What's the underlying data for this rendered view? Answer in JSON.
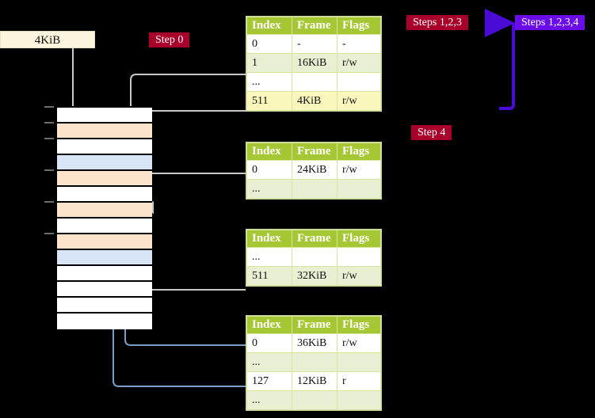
{
  "diagram": {
    "title_banner": {
      "label": "4KiB"
    },
    "chips": [
      {
        "id": "step0",
        "label": "Step 0",
        "color": "#A8002A"
      },
      {
        "id": "steps123",
        "label": "Steps 1,2,3",
        "color": "#A8002A"
      },
      {
        "id": "steps1234",
        "label": "Steps 1,2,3,4",
        "color": "#6A0DE8"
      },
      {
        "id": "step4",
        "label": "Step 4",
        "color": "#A8002A"
      }
    ],
    "colors": {
      "background": "#000000",
      "table_header": "#A6C734",
      "table_row_alt": "#E9EFD2",
      "highlight": "#FAF7BC",
      "memory_peach": "#FCE3CB",
      "memory_blue": "#D7E5F7",
      "banner": "#FCF4DC",
      "wire_gray": "#C9C9C9",
      "wire_blue": "#7C9DC8",
      "chip_red": "#A8002A",
      "chip_purple": "#6A0DE8"
    },
    "memory": {
      "name": "physical-memory-column",
      "rows": [
        {
          "fill": "white",
          "tick": true
        },
        {
          "fill": "peach",
          "tick": true
        },
        {
          "fill": "white",
          "tick": true
        },
        {
          "fill": "blue",
          "tick": false
        },
        {
          "fill": "peach",
          "tick": true
        },
        {
          "fill": "white",
          "tick": false
        },
        {
          "fill": "peach",
          "tick": true
        },
        {
          "fill": "white",
          "tick": false
        },
        {
          "fill": "peach",
          "tick": true
        },
        {
          "fill": "blue",
          "tick": false
        },
        {
          "fill": "white",
          "tick": false
        },
        {
          "fill": "white",
          "tick": false
        },
        {
          "fill": "white",
          "tick": false
        },
        {
          "fill": "white",
          "tick": false
        }
      ]
    },
    "tables": {
      "headers": [
        "Index",
        "Frame",
        "Flags"
      ],
      "level4": {
        "name": "page-table-level-4",
        "rows": [
          {
            "cells": [
              "0",
              "-",
              "-"
            ],
            "alt": false,
            "highlight": false
          },
          {
            "cells": [
              "1",
              "16KiB",
              "r/w"
            ],
            "alt": true,
            "highlight": false
          },
          {
            "cells": [
              "...",
              "",
              ""
            ],
            "alt": false,
            "highlight": false
          },
          {
            "cells": [
              "511",
              "4KiB",
              "r/w"
            ],
            "alt": true,
            "highlight": true
          }
        ]
      },
      "level3": {
        "name": "page-table-level-3",
        "rows": [
          {
            "cells": [
              "0",
              "24KiB",
              "r/w"
            ],
            "alt": false,
            "highlight": false
          },
          {
            "cells": [
              "...",
              "",
              ""
            ],
            "alt": true,
            "highlight": false
          }
        ]
      },
      "level2": {
        "name": "page-table-level-2",
        "rows": [
          {
            "cells": [
              "...",
              "",
              ""
            ],
            "alt": false,
            "highlight": false
          },
          {
            "cells": [
              "511",
              "32KiB",
              "r/w"
            ],
            "alt": true,
            "highlight": false
          }
        ]
      },
      "level1": {
        "name": "page-table-level-1",
        "rows": [
          {
            "cells": [
              "0",
              "36KiB",
              "r/w"
            ],
            "alt": false,
            "highlight": false
          },
          {
            "cells": [
              "...",
              "",
              ""
            ],
            "alt": true,
            "highlight": false
          },
          {
            "cells": [
              "127",
              "12KiB",
              "r"
            ],
            "alt": false,
            "highlight": false
          },
          {
            "cells": [
              "...",
              "",
              ""
            ],
            "alt": true,
            "highlight": false
          }
        ]
      }
    }
  }
}
